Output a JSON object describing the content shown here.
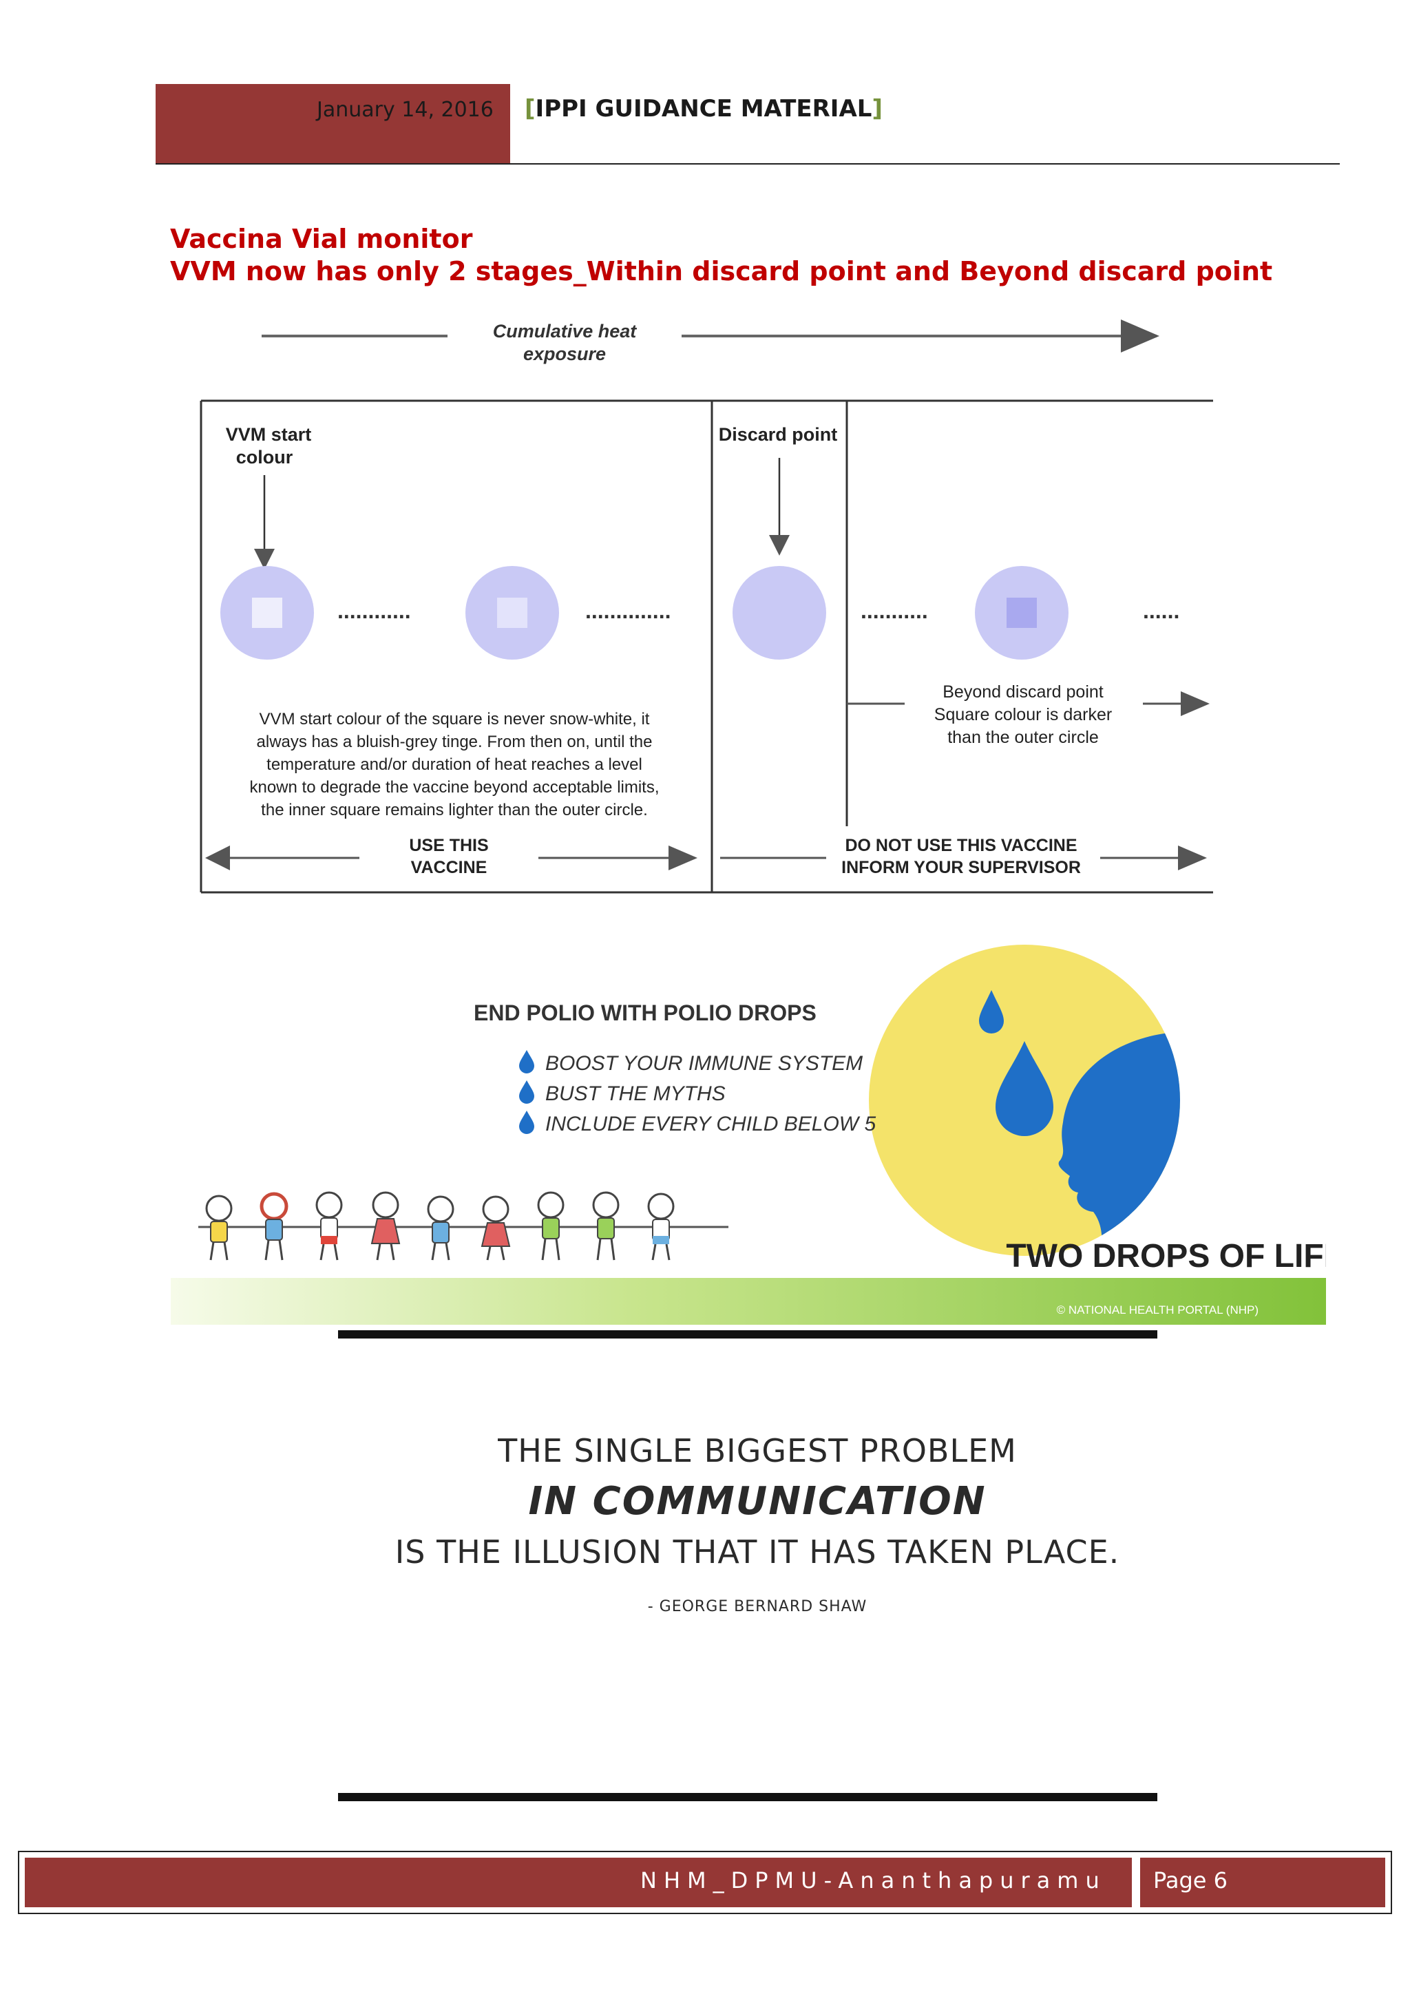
{
  "header": {
    "date": "January 14, 2016",
    "title_open": "[",
    "title": "IPPI GUIDANCE MATERIAL",
    "title_close": "]"
  },
  "section": {
    "heading1": "Vaccina Vial monitor",
    "heading2": "VVM now has only 2 stages_Within discard point and Beyond discard point"
  },
  "vvm_diagram": {
    "heat_label_line1": "Cumulative heat",
    "heat_label_line2": "exposure",
    "start_label_line1": "VVM start",
    "start_label_line2": "colour",
    "discard_label": "Discard point",
    "dots_1": "............",
    "dots_2": "..............",
    "dots_3": "...........",
    "dots_4": "......",
    "desc_lines": [
      "VVM start colour of the square is never snow-white, it",
      "always has a bluish-grey  tinge. From then on, until the",
      "temperature and/or duration of heat reaches a level",
      "known to degrade the vaccine beyond acceptable limits,",
      "the inner square remains lighter than the outer circle."
    ],
    "beyond_lines": [
      "Beyond discard point",
      "Square colour is darker",
      "than the outer circle"
    ],
    "use_line1": "USE THIS",
    "use_line2": "VACCINE",
    "donot_line1": "DO NOT USE THIS VACCINE",
    "donot_line2": "INFORM YOUR SUPERVISOR",
    "colors": {
      "circle": "#c9c9f5",
      "square_light": "#e8e8fb",
      "square_dark": "#a9a9ef",
      "arrow": "#555555"
    }
  },
  "polio_banner": {
    "headline": "END POLIO WITH POLIO DROPS",
    "bullets": [
      "BOOST YOUR IMMUNE SYSTEM",
      "BUST THE MYTHS",
      "INCLUDE EVERY CHILD BELOW 5"
    ],
    "tagline": "TWO DROPS OF LIFE",
    "credit": "© NATIONAL HEALTH PORTAL (NHP)",
    "colors": {
      "yellow": "#f4e36a",
      "blue": "#1f6fc7",
      "green": "#8cc63e"
    }
  },
  "quote": {
    "line1": "THE SINGLE BIGGEST PROBLEM",
    "line2": "IN COMMUNICATION",
    "line3": "IS THE ILLUSION THAT IT HAS TAKEN PLACE.",
    "author": "- GEORGE BERNARD SHAW"
  },
  "footer": {
    "org": "NHM_DPMU-Ananthapuramu",
    "page": "Page 6"
  }
}
